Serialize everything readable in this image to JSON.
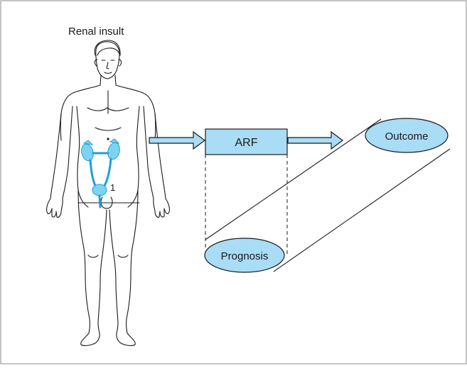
{
  "labels": {
    "top": "Renal insult",
    "center_box": "ARF",
    "right_ellipse": "Outcome",
    "bottom_ellipse": "Prognosis",
    "marker": "1"
  },
  "colors": {
    "shape_fill": "#a9dcf5",
    "organ_fill": "#7fd3f2",
    "organ_stroke": "#1f9fd6",
    "line": "#1a1a1a",
    "frame": "#8a8a8a"
  }
}
